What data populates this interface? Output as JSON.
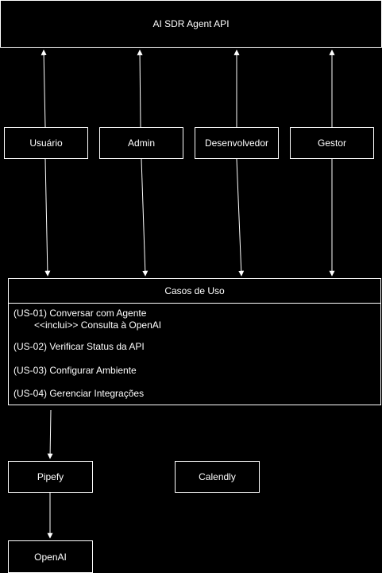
{
  "system": {
    "title": "AI SDR Agent API"
  },
  "actors": [
    {
      "label": "Usuário"
    },
    {
      "label": "Admin"
    },
    {
      "label": "Desenvolvedor"
    },
    {
      "label": "Gestor"
    }
  ],
  "use_cases": {
    "title": "Casos de Uso",
    "items": [
      {
        "line1": "(US-01) Conversar com Agente",
        "line2": "<<inclui>> Consulta à OpenAI"
      },
      {
        "line1": "(US-02) Verificar Status da API"
      },
      {
        "line1": "(US-03) Configurar Ambiente"
      },
      {
        "line1": "(US-04) Gerenciar Integrações"
      }
    ]
  },
  "integrations": {
    "pipefy": "Pipefy",
    "calendly": "Calendly",
    "openai": "OpenAI"
  },
  "colors": {
    "background": "#000000",
    "stroke": "#ffffff",
    "text": "#ffffff"
  }
}
